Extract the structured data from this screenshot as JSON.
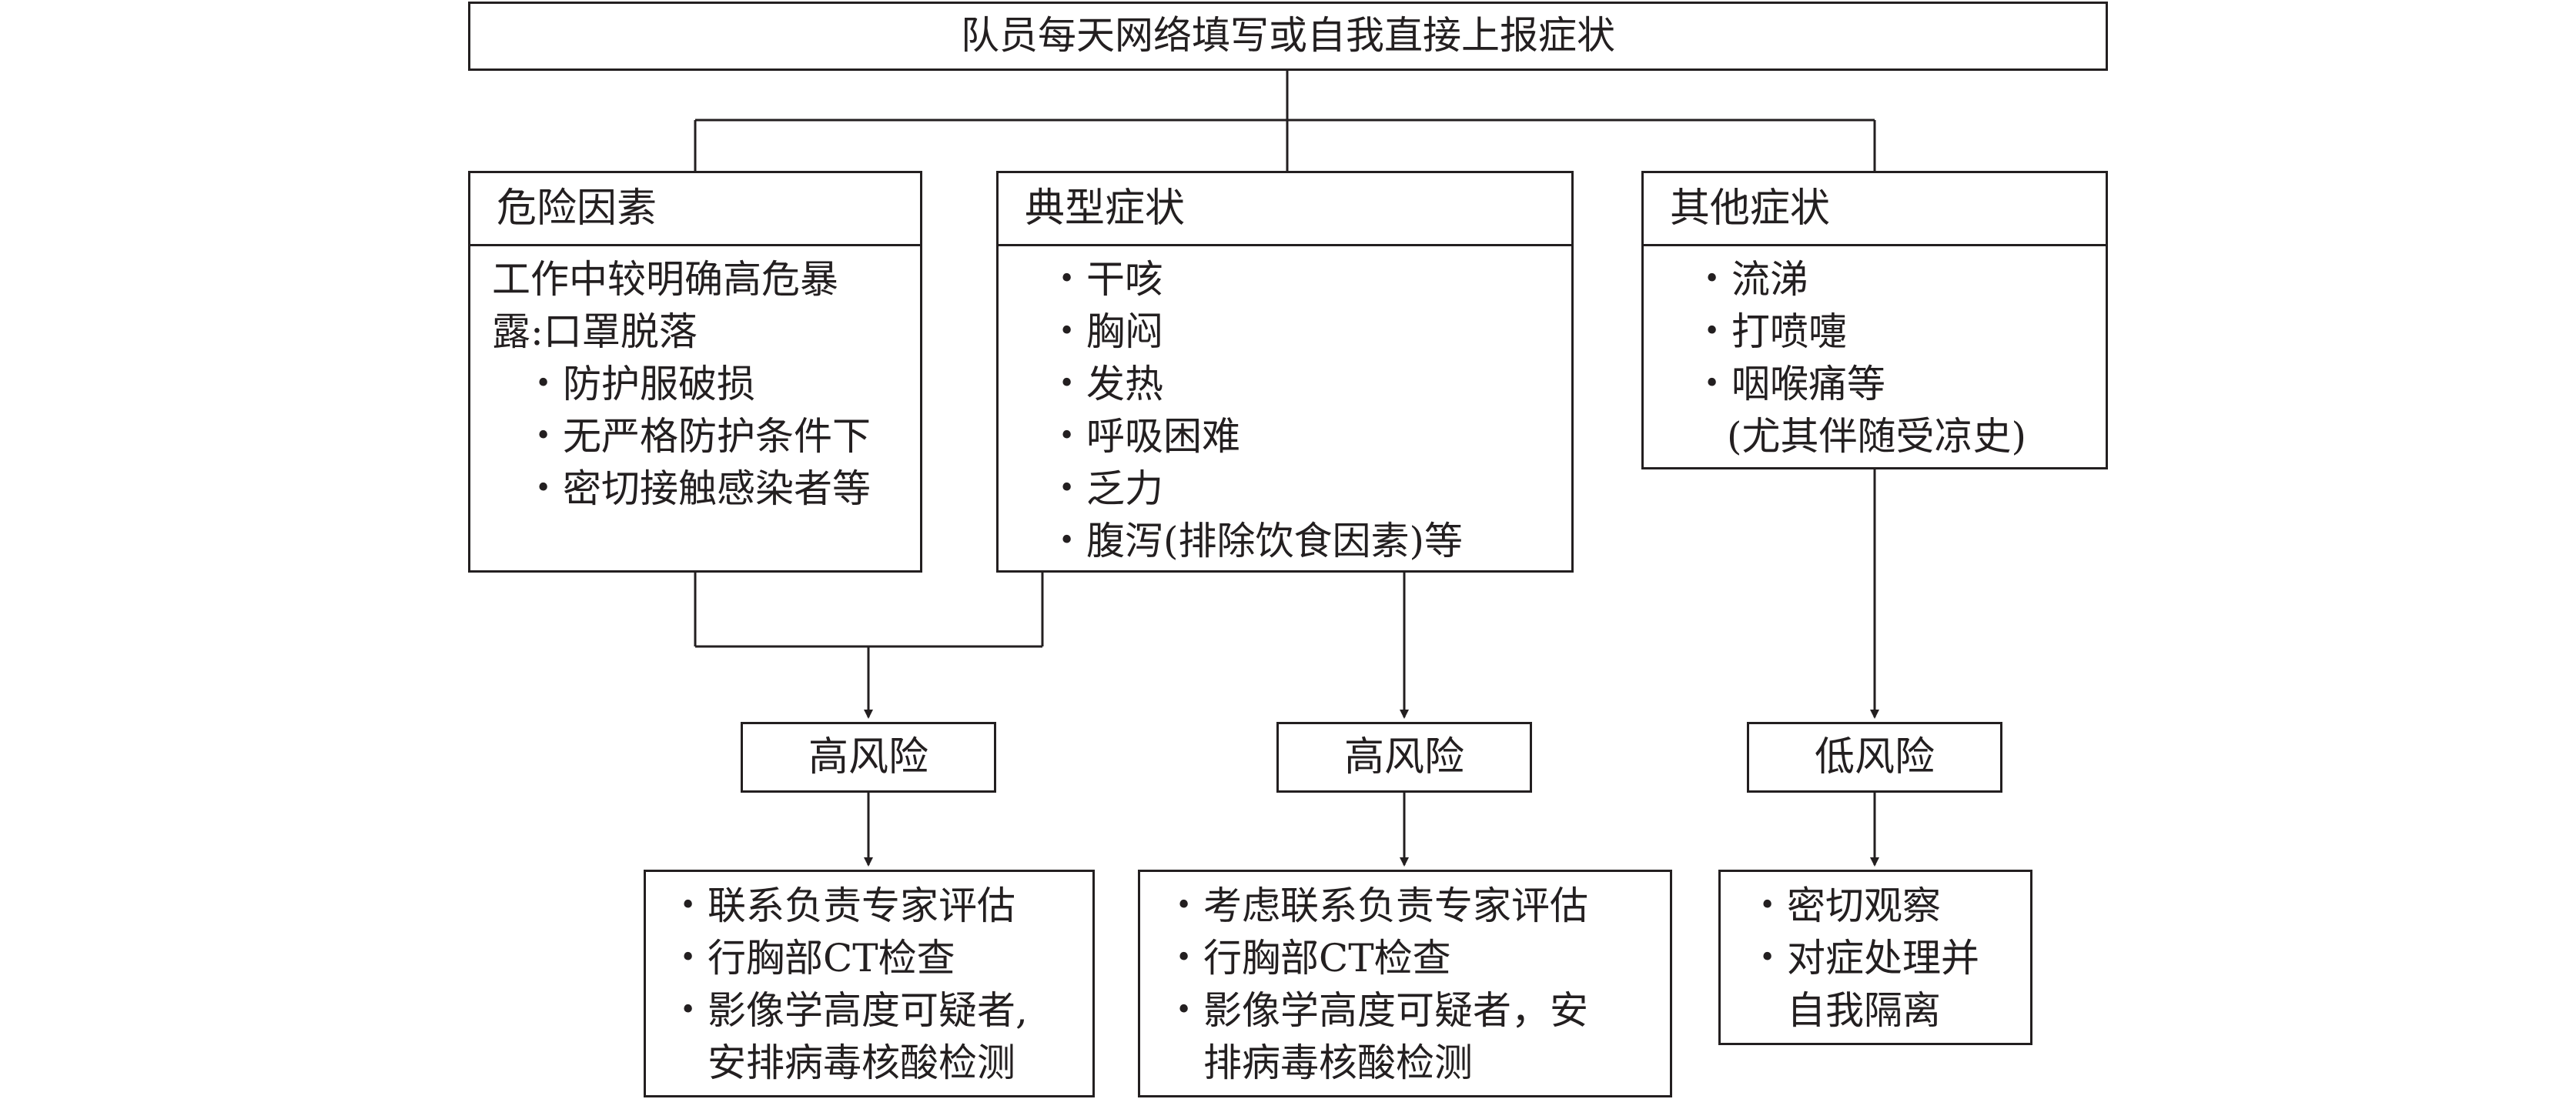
{
  "top": {
    "title": "队员每天网络填写或自我直接上报症状"
  },
  "risk_factors": {
    "header": "危险因素",
    "intro_line1": "工作中较明确高危暴",
    "intro_line2": "露:口罩脱落",
    "items": [
      "防护服破损",
      "无严格防护条件下",
      "密切接触感染者等"
    ]
  },
  "typical_symptoms": {
    "header": "典型症状",
    "items": [
      "干咳",
      "胸闷",
      "发热",
      "呼吸困难",
      "乏力",
      "腹泻(排除饮食因素)等"
    ]
  },
  "other_symptoms": {
    "header": "其他症状",
    "items": [
      "流涕",
      "打喷嚏",
      "咽喉痛等"
    ],
    "note": "(尤其伴随受凉史)"
  },
  "levels": {
    "left": "高风险",
    "middle": "高风险",
    "right": "低风险"
  },
  "actions_left": {
    "items": [
      "联系负责专家评估",
      "行胸部CT检查",
      "影像学高度可疑者,"
    ],
    "cont": "安排病毒核酸检测"
  },
  "actions_middle": {
    "items": [
      "考虑联系负责专家评估",
      "行胸部CT检查",
      "影像学高度可疑者，安"
    ],
    "cont": "排病毒核酸检测"
  },
  "actions_right": {
    "items": [
      "密切观察",
      "对症处理并"
    ],
    "cont": "自我隔离"
  }
}
